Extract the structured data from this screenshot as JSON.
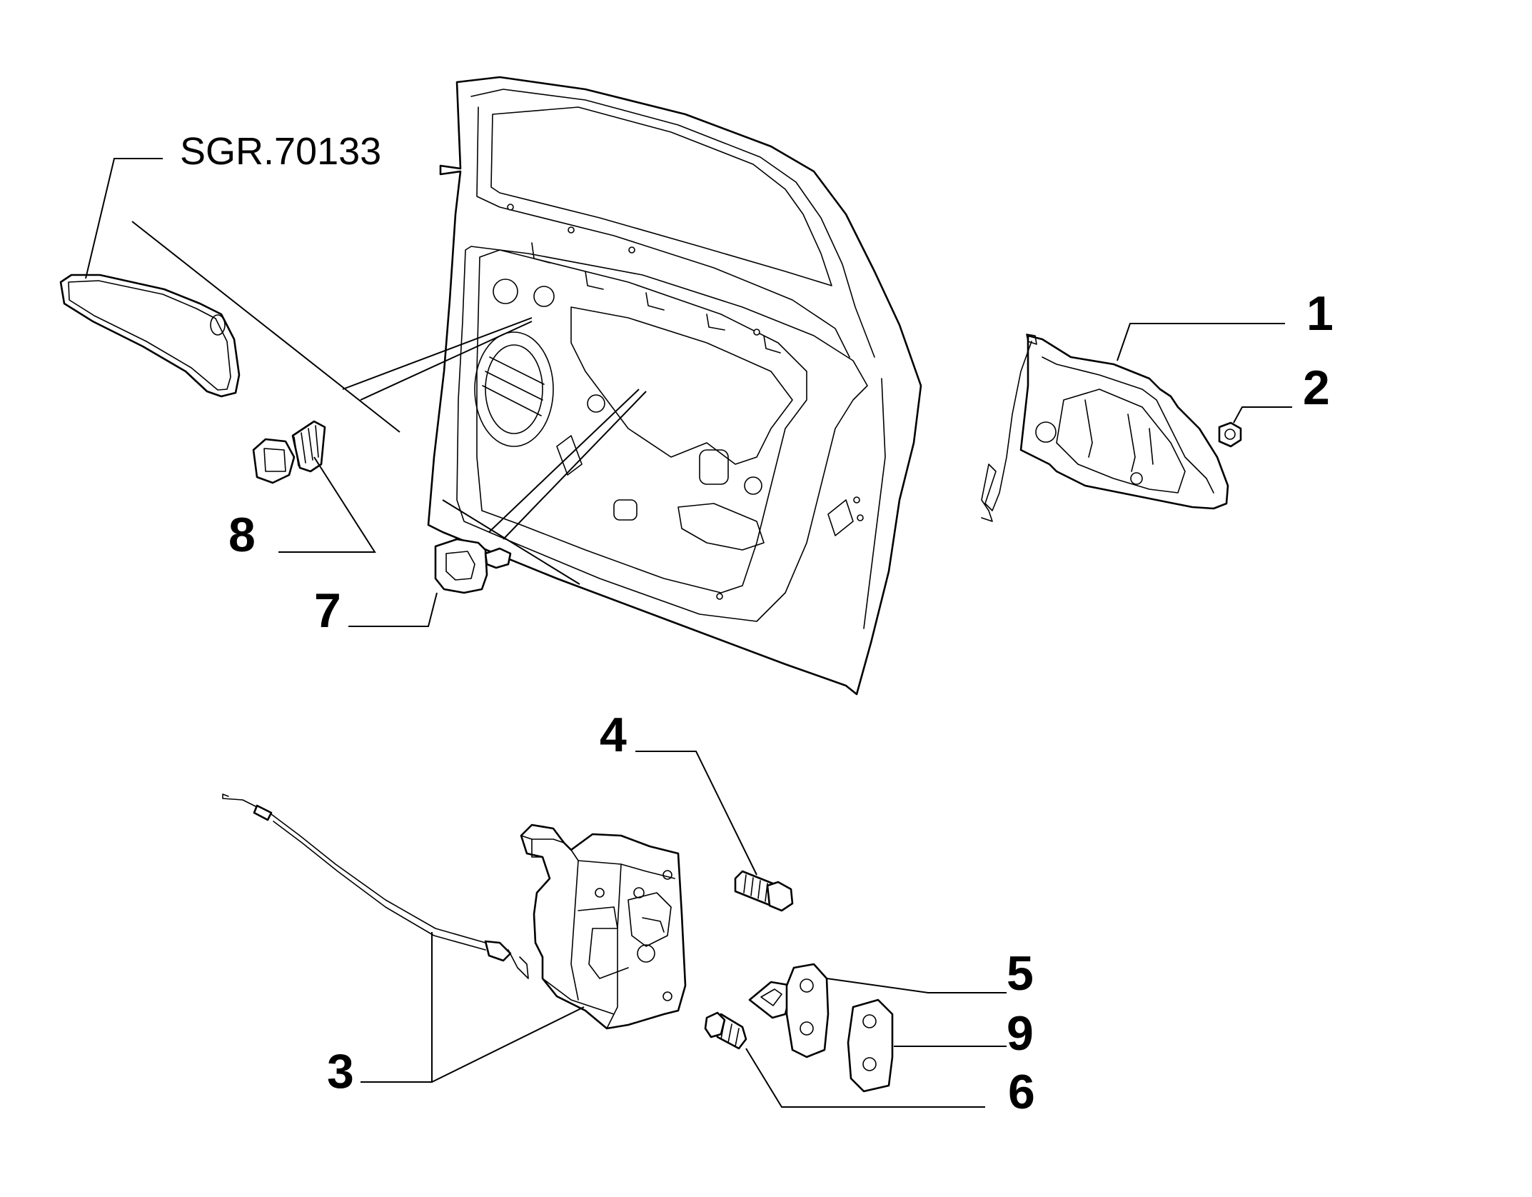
{
  "reference": "SGR.70133",
  "callouts": [
    {
      "id": "1",
      "label": "1"
    },
    {
      "id": "2",
      "label": "2"
    },
    {
      "id": "3",
      "label": "3"
    },
    {
      "id": "4",
      "label": "4"
    },
    {
      "id": "5",
      "label": "5"
    },
    {
      "id": "6",
      "label": "6"
    },
    {
      "id": "7",
      "label": "7"
    },
    {
      "id": "8",
      "label": "8"
    },
    {
      "id": "9",
      "label": "9"
    }
  ]
}
